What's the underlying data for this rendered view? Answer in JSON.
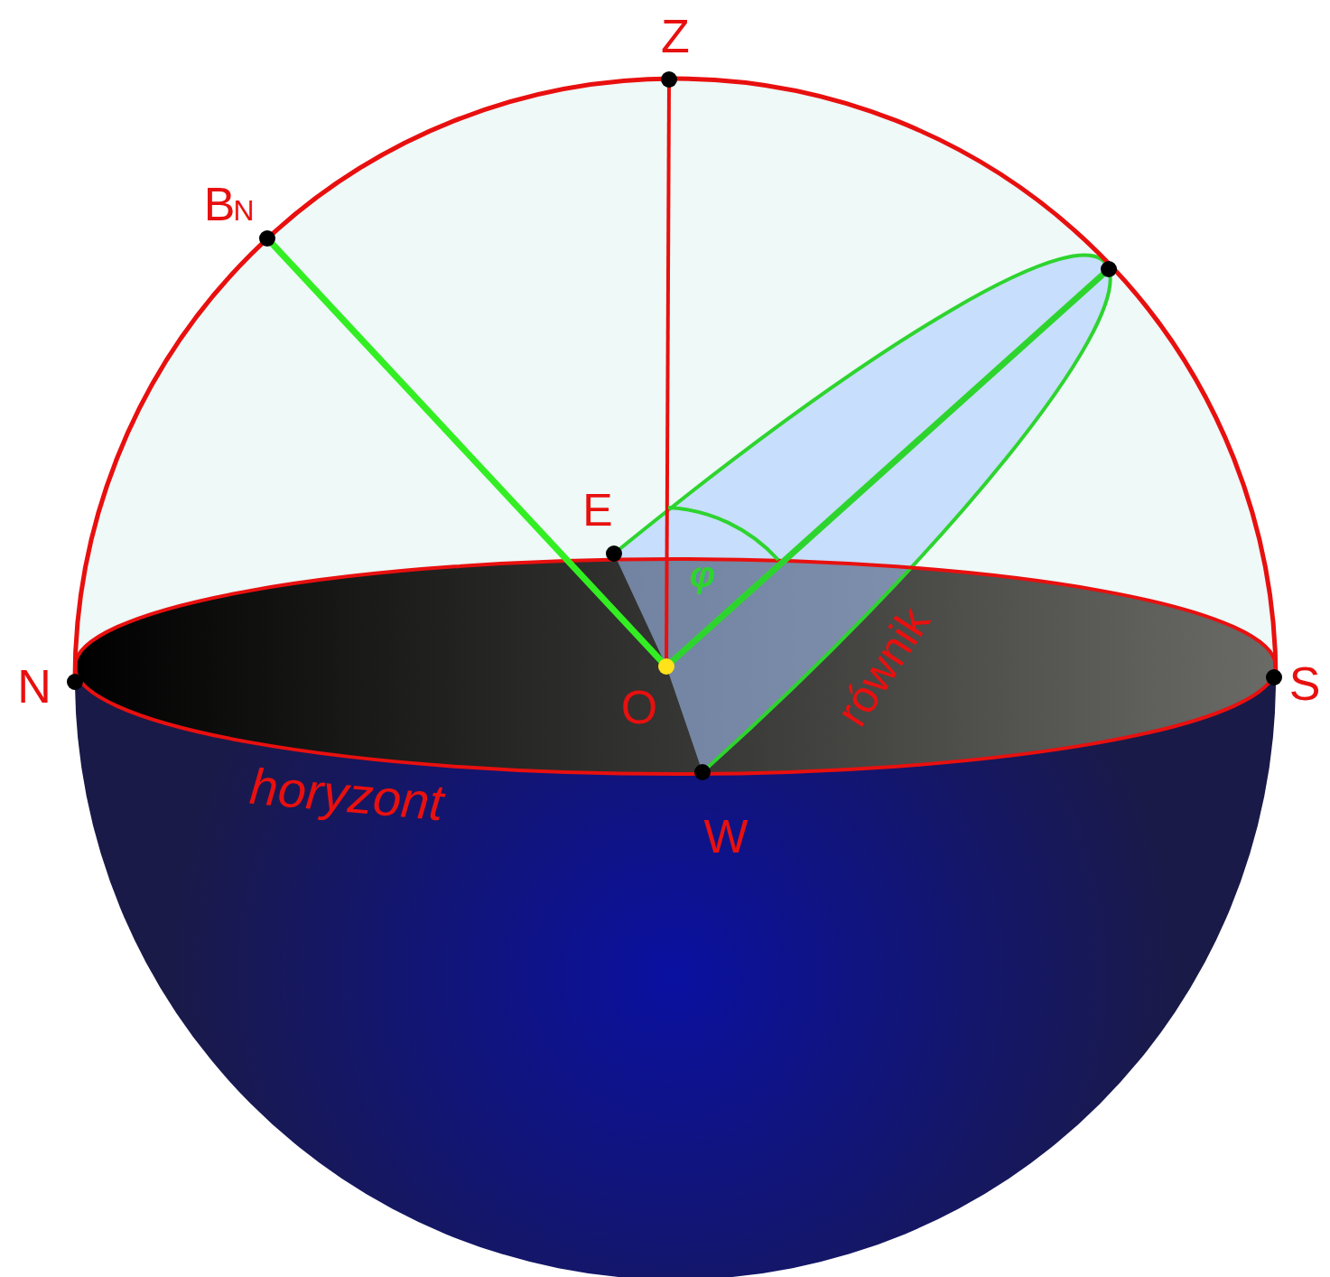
{
  "diagram": {
    "labels": [
      "Z",
      "B",
      "N",
      "E",
      "φ",
      "N",
      "O",
      "S",
      "W",
      "równik",
      "horyzont"
    ]
  }
}
